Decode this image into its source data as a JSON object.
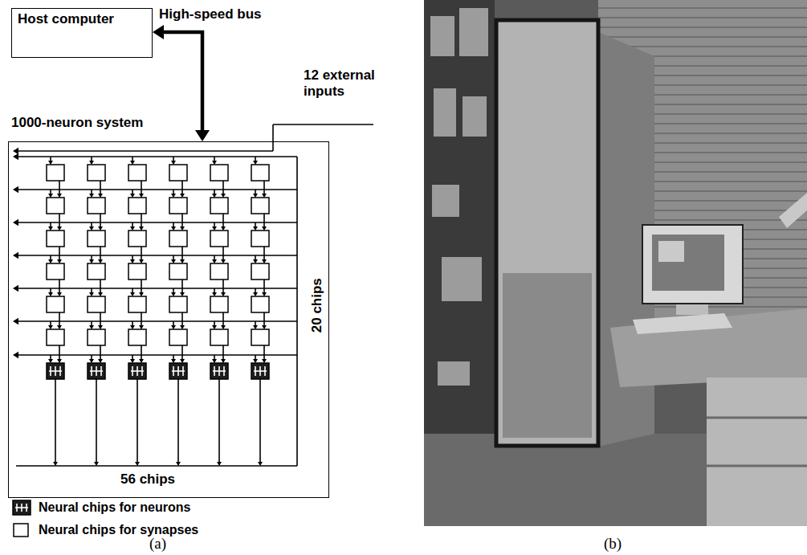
{
  "diagram": {
    "nodes": [
      {
        "text": [
          "Host computer"
        ]
      },
      {
        "text": [
          "1000-neuron system"
        ]
      }
    ],
    "edges": [
      {
        "from": 0,
        "to": 1,
        "label": "High-speed bus",
        "arrow": "both"
      }
    ],
    "labels": [
      "12 external inputs",
      "20 chips",
      "56 chips",
      "(a)",
      "(b)"
    ],
    "legend": [
      {
        "text": "Neural chips for neurons"
      },
      {
        "text": "Neural chips for synapses"
      }
    ]
  }
}
